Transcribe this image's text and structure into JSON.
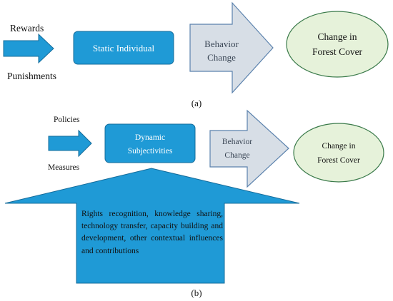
{
  "panel_a": {
    "inputs": [
      "Rewards",
      "Punishments"
    ],
    "box_label": "Static Individual",
    "arrow_label": [
      "Behavior",
      "Change"
    ],
    "ellipse_label": [
      "Change in",
      "Forest Cover"
    ],
    "caption": "(a)"
  },
  "panel_b": {
    "inputs": [
      "Policies",
      "Measures"
    ],
    "box_label": [
      "Dynamic",
      "Subjectivities"
    ],
    "arrow_label": [
      "Behavior",
      "Change"
    ],
    "ellipse_label": [
      "Change in",
      "Forest Cover"
    ],
    "contextual_text": "Rights recognition, knowledge sharing, technology transfer, capacity building and development, other contextual influences and contributions",
    "caption": "(b)"
  },
  "colors": {
    "blue_fill": "#1f9ad6",
    "blue_stroke": "#156c9b",
    "gray_fill": "#d7dee6",
    "gray_stroke": "#5b82ad",
    "green_fill": "#e6f2da",
    "green_stroke": "#3a7a4a",
    "box_text": "#ffffff",
    "dark_text": "#111111"
  }
}
